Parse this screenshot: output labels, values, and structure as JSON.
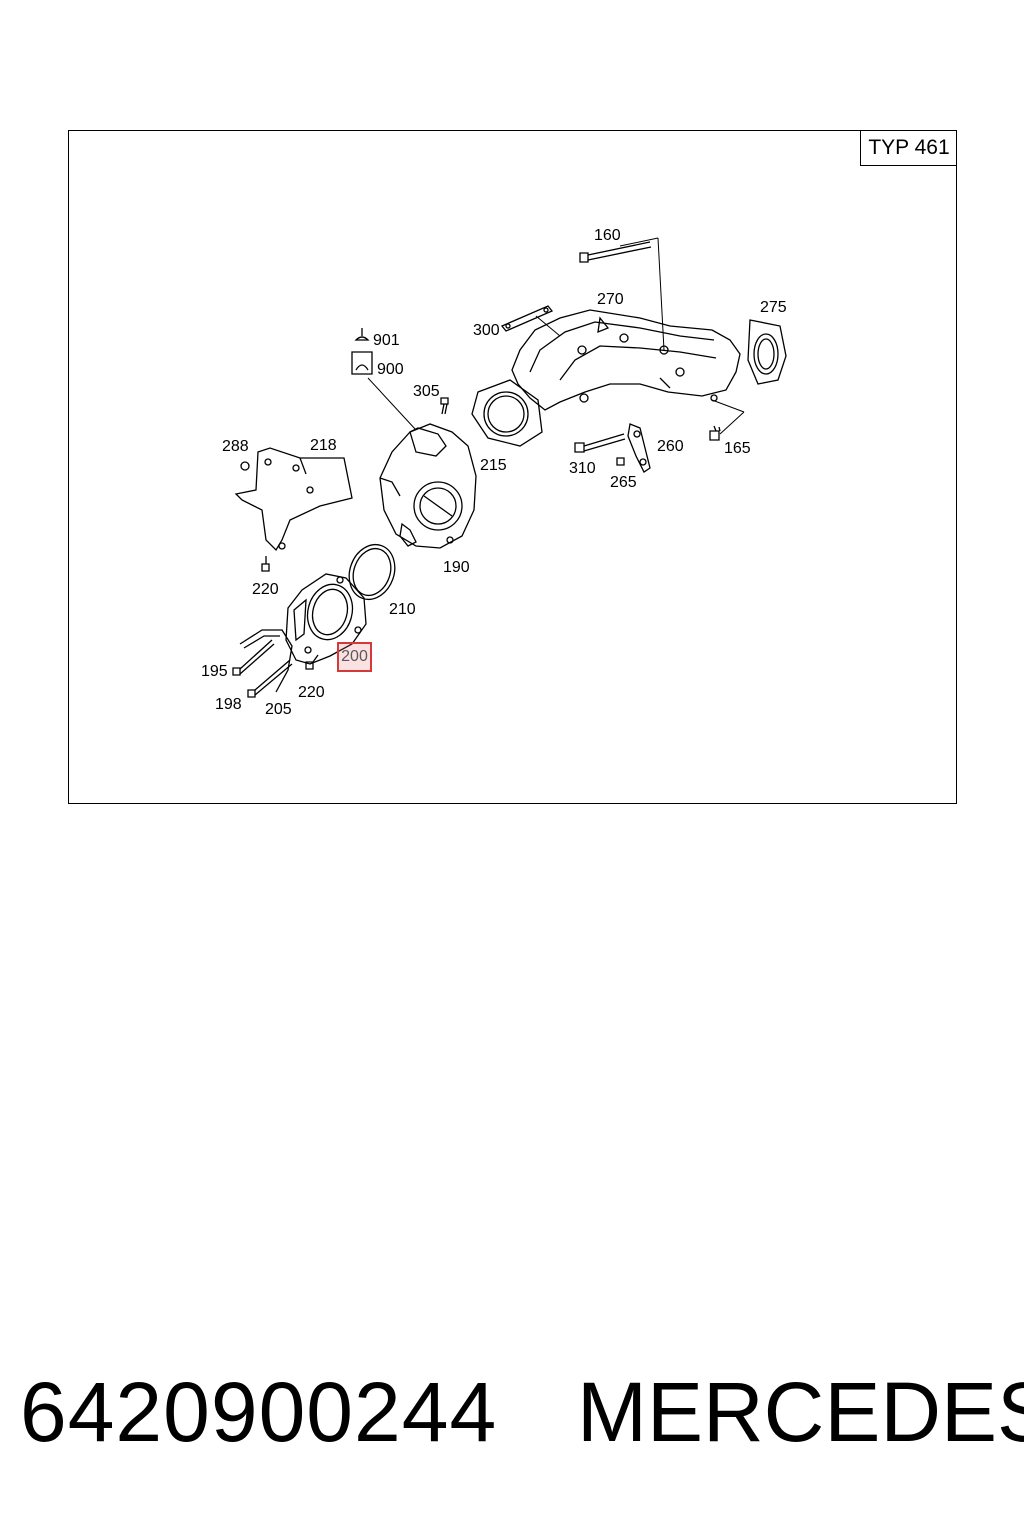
{
  "typ_label": "TYP 461",
  "labels": {
    "p160": "160",
    "p270": "270",
    "p275": "275",
    "p300": "300",
    "p901": "901",
    "p900": "900",
    "p305": "305",
    "p215": "215",
    "p288": "288",
    "p218": "218",
    "p310": "310",
    "p260": "260",
    "p265": "265",
    "p165": "165",
    "p190": "190",
    "p220a": "220",
    "p210": "210",
    "p200": "200",
    "p195": "195",
    "p220b": "220",
    "p198": "198",
    "p205": "205"
  },
  "highlight_color": "#d43a3a",
  "footer": {
    "part_number": "6420900244",
    "brand": "MERCEDES"
  }
}
